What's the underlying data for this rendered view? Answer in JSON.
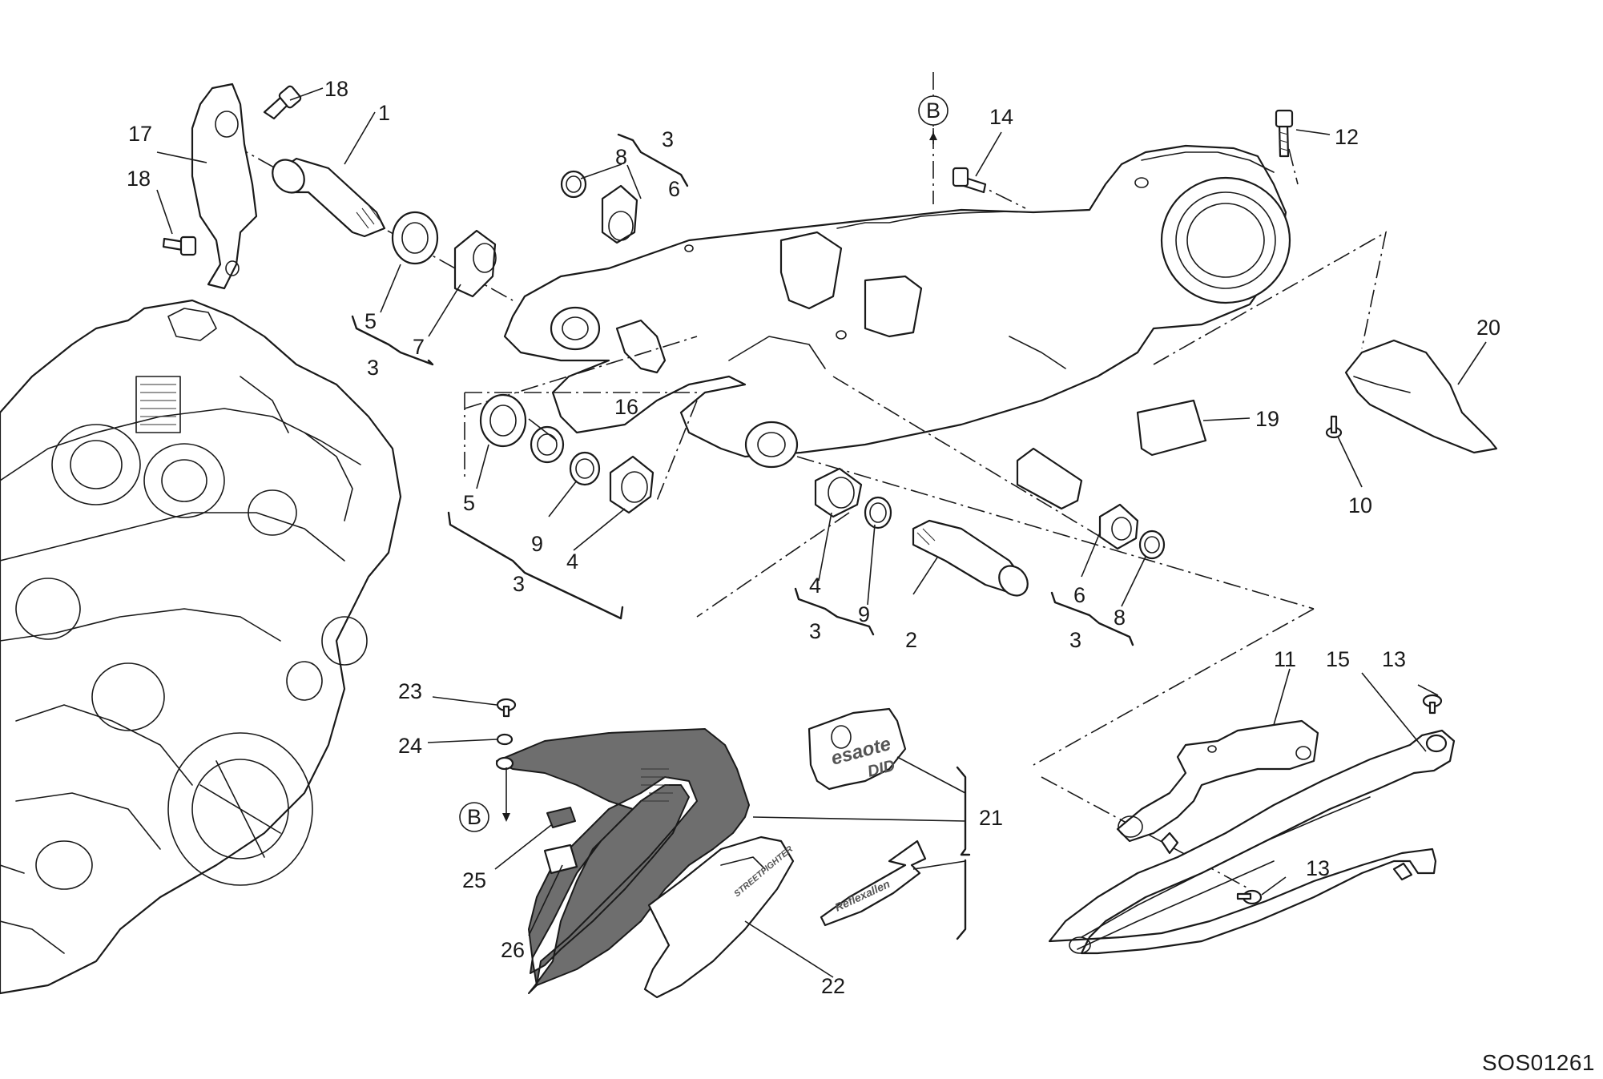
{
  "diagram": {
    "drawing_code": "SOS01261",
    "reference_marker": "B",
    "callouts": {
      "c1": "1",
      "c2": "2",
      "c3a": "3",
      "c3b": "3",
      "c3c": "3",
      "c3d": "3",
      "c3e": "3",
      "c4a": "4",
      "c4b": "4",
      "c5a": "5",
      "c5b": "5",
      "c6a": "6",
      "c6b": "6",
      "c7": "7",
      "c8a": "8",
      "c8b": "8",
      "c9a": "9",
      "c9b": "9",
      "c10": "10",
      "c11": "11",
      "c12": "12",
      "c13a": "13",
      "c13b": "13",
      "c14": "14",
      "c15": "15",
      "c16": "16",
      "c17": "17",
      "c18a": "18",
      "c18b": "18",
      "c19": "19",
      "c20": "20",
      "c21": "21",
      "c22": "22",
      "c23": "23",
      "c24": "24",
      "c25": "25",
      "c26": "26"
    }
  }
}
